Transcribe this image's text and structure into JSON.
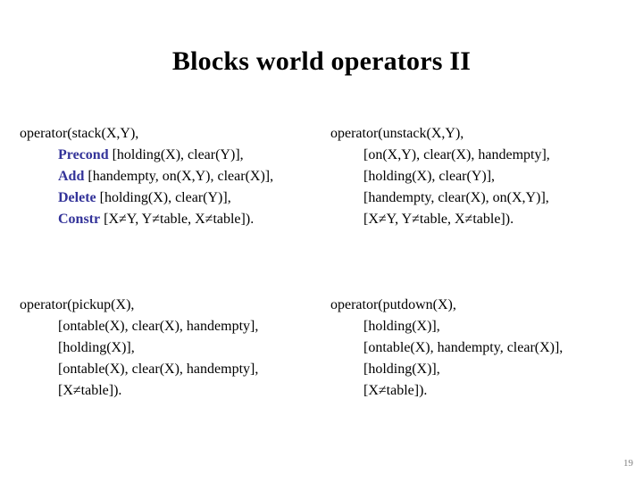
{
  "slide": {
    "title": "Blocks world operators II",
    "page_number": "19",
    "accent_color": "#333399",
    "page_number_color": "#808080",
    "background_color": "#ffffff"
  },
  "operators": {
    "stack": {
      "header": "operator(stack(X,Y),",
      "precond_label": "Precond",
      "precond_value": "[holding(X), clear(Y)],",
      "add_label": "Add",
      "add_value": "[handempty, on(X,Y), clear(X)],",
      "delete_label": "Delete",
      "delete_value": "[holding(X), clear(Y)],",
      "constr_label": "Constr",
      "constr_value": "[X≠Y, Y≠table, X≠table])."
    },
    "unstack": {
      "header": "operator(unstack(X,Y),",
      "precond_value": "[on(X,Y), clear(X), handempty],",
      "add_value": "[holding(X), clear(Y)],",
      "delete_value": "[handempty, clear(X), on(X,Y)],",
      "constr_value": "[X≠Y, Y≠table, X≠table])."
    },
    "pickup": {
      "header": "operator(pickup(X),",
      "precond_value": "[ontable(X), clear(X), handempty],",
      "add_value": "[holding(X)],",
      "delete_value": "[ontable(X), clear(X), handempty],",
      "constr_value": "[X≠table])."
    },
    "putdown": {
      "header": "operator(putdown(X),",
      "precond_value": "[holding(X)],",
      "add_value": "[ontable(X), handempty, clear(X)],",
      "delete_value": "[holding(X)],",
      "constr_value": "[X≠table])."
    }
  }
}
